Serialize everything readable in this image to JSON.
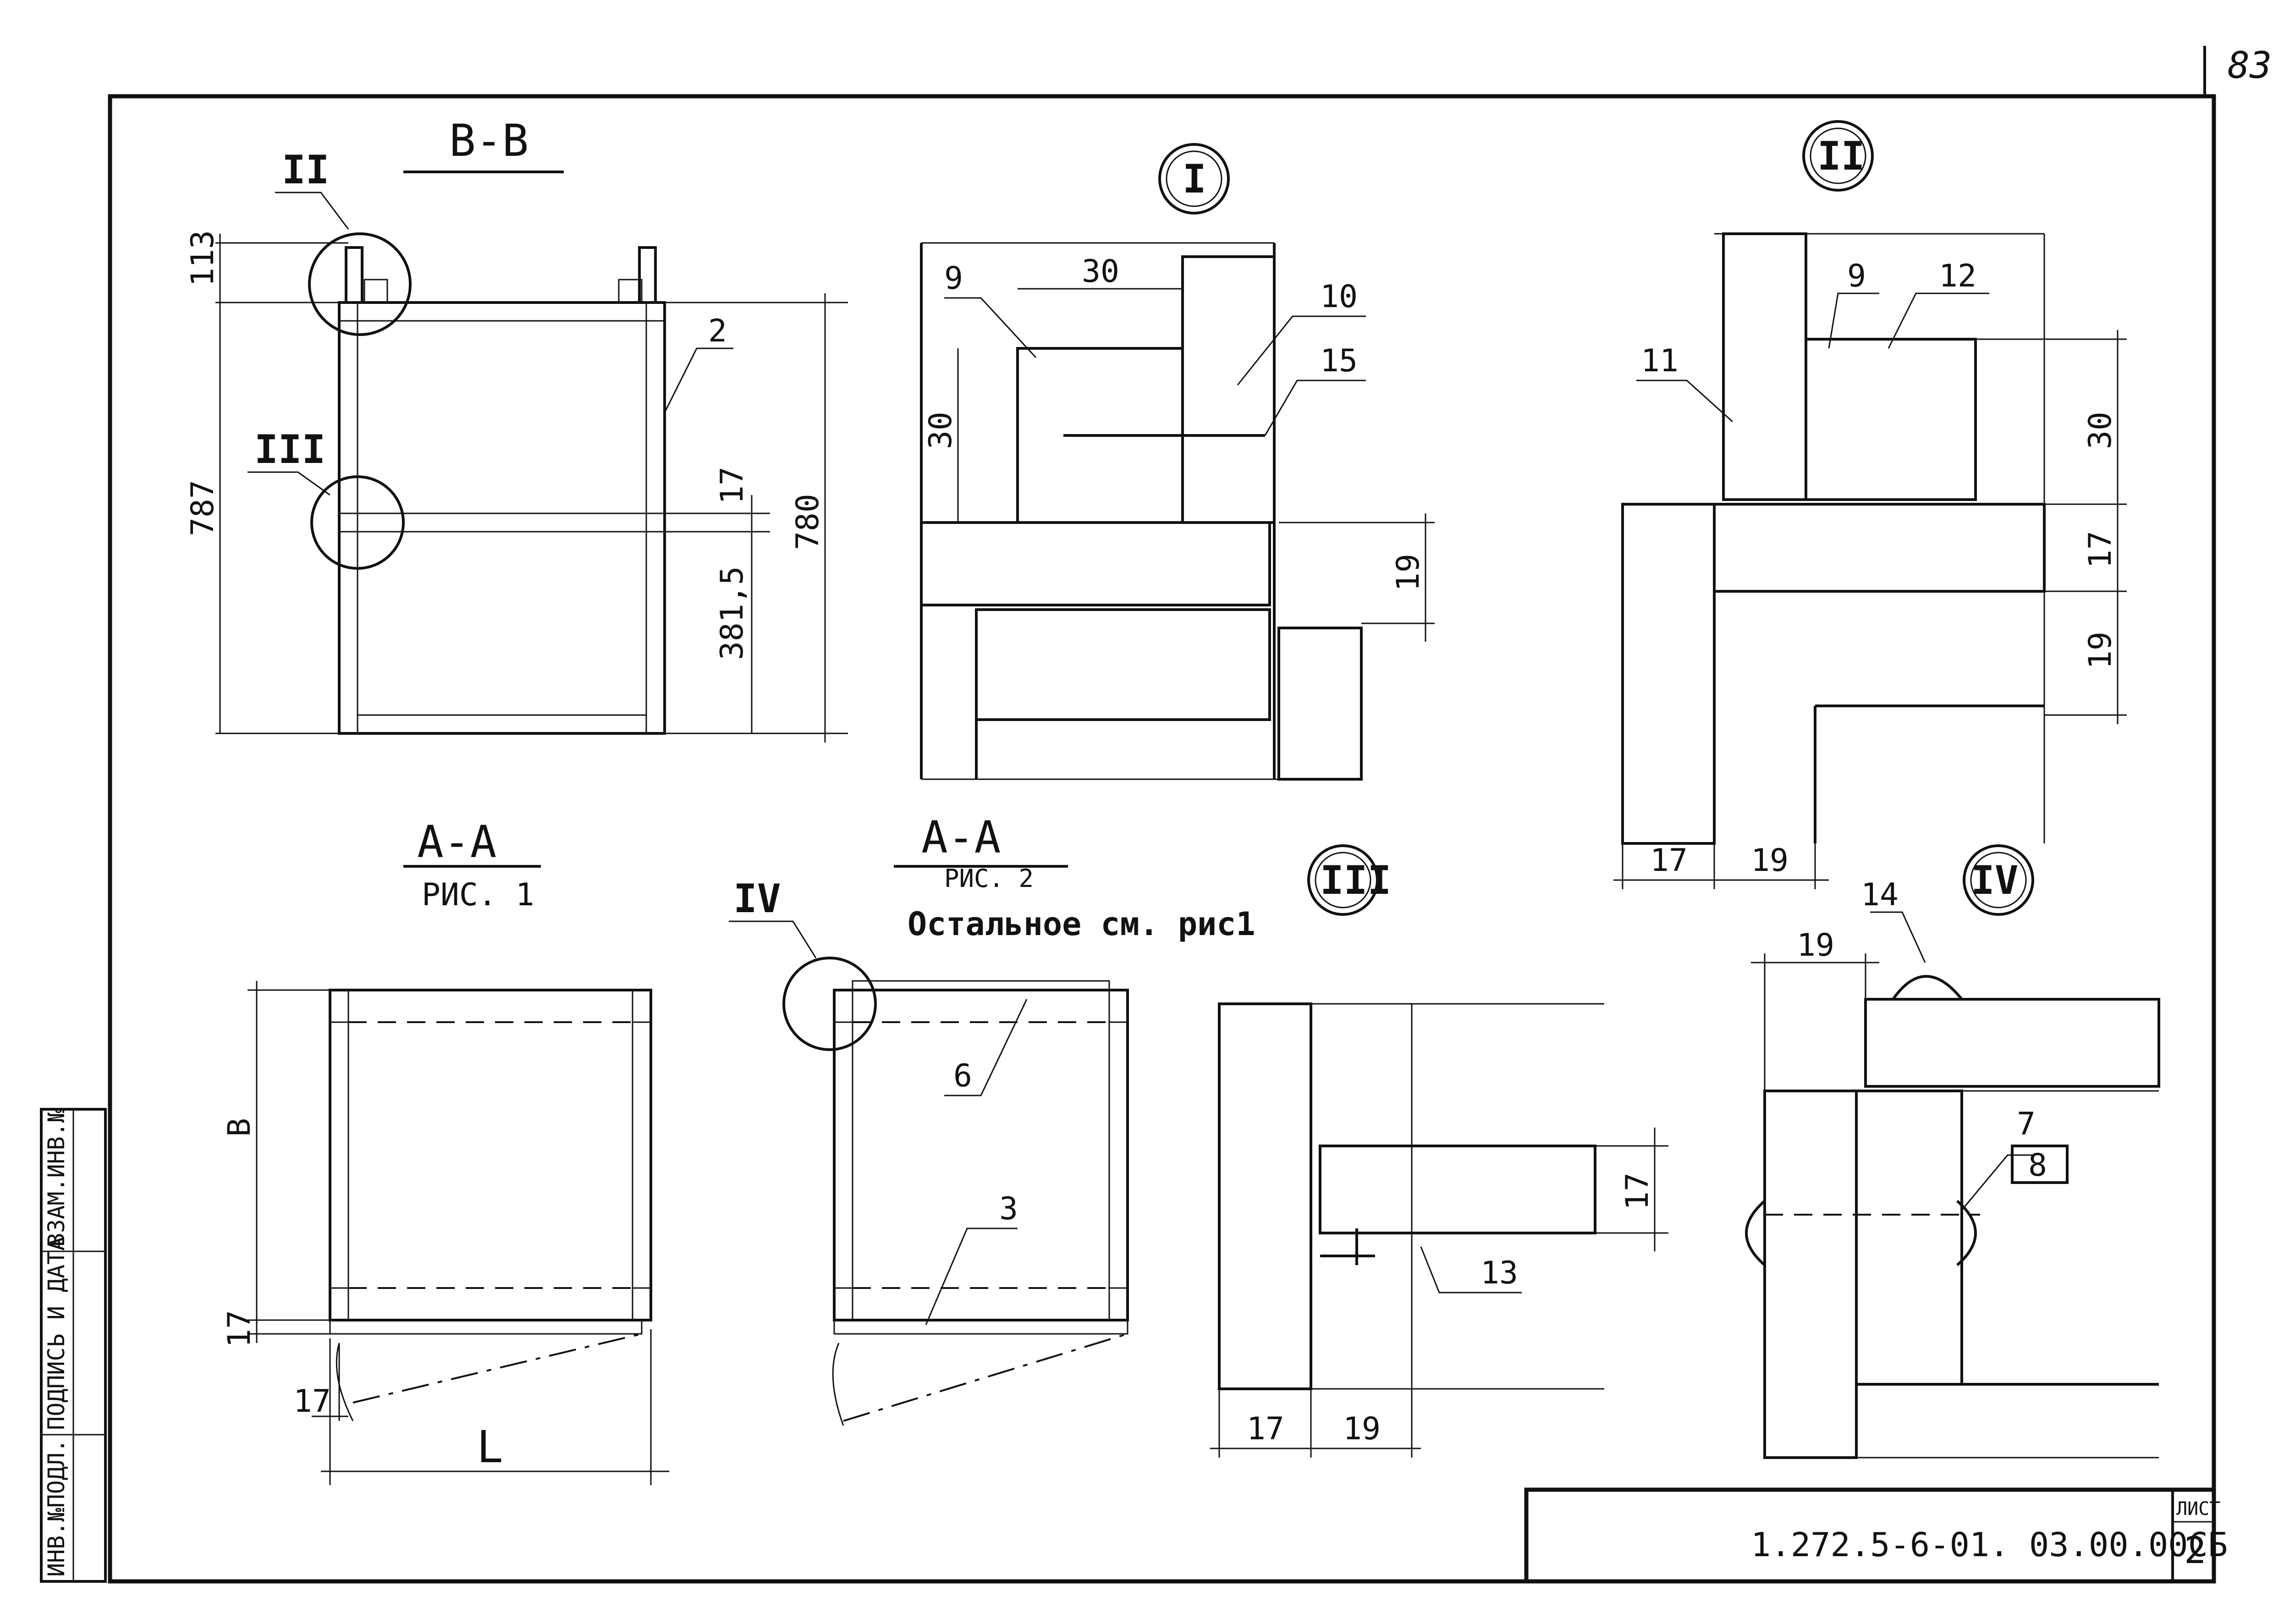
{
  "page_number": "83",
  "drawing_code": "1.272.5-6-01. 03.00.00СБ",
  "sheet_label": "ЛИСТ",
  "sheet_number": "2",
  "side_stamp": [
    "ИНВ.№ПОДЛ.",
    "ПОДПИСЬ И ДАТА",
    "ВЗАМ.ИНВ.№"
  ],
  "views": {
    "section_bb": "В-В",
    "section_aa_1": "А-А",
    "section_aa_1_caption": "РИС. 1",
    "section_aa_2": "А-А",
    "section_aa_2_caption": "РИС. 2",
    "rest_note": "Остальное см. рис1",
    "node_1": "I",
    "node_2": "II",
    "node_3": "III",
    "node_4": "IV"
  },
  "dimensions": {
    "bb_113": "113",
    "bb_787": "787",
    "bb_780": "780",
    "bb_17": "17",
    "bb_381": "381,5",
    "n1_30a": "30",
    "n1_30b": "30",
    "n1_19": "19",
    "n2_30": "30",
    "n2_17": "17",
    "n2_19": "19",
    "n2_17b": "17",
    "n2_19b": "19",
    "aa_B": "В",
    "aa_17": "17",
    "aa_17b": "17",
    "aa_L": "L",
    "n3_17": "17",
    "n3_17b": "17",
    "n3_19": "19",
    "n4_19": "19"
  },
  "callouts": {
    "c2": "2",
    "c3": "3",
    "c6": "6",
    "c7": "7",
    "c8": "8",
    "c9": "9",
    "c9b": "9",
    "c10": "10",
    "c11": "11",
    "c12": "12",
    "c13": "13",
    "c14": "14",
    "c15": "15",
    "r2": "II",
    "r3": "III",
    "r4": "IV"
  }
}
